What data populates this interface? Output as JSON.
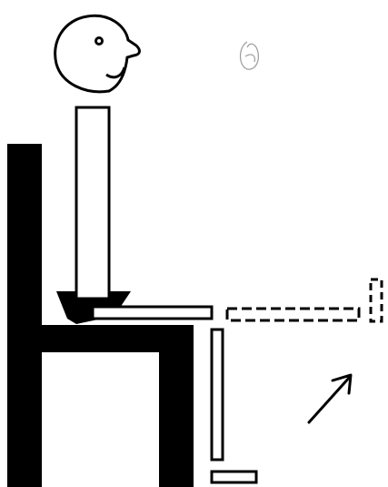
{
  "figure": {
    "description_visible_text": "",
    "colors": {
      "ink": "#000000",
      "paper": "#ffffff",
      "faint_mark": "#9a9a9a"
    },
    "parts": {
      "head": "circle-head-with-eye-nose-smile",
      "torso": "upright-rectangle-torso",
      "chair": "black-chair-with-backrest-seat-legs",
      "pelvis": "black-trapezoid-seat-cushion",
      "thigh": "horizontal-thigh-bar",
      "lower_leg_current": "vertical-lower-leg-bar",
      "foot_current": "foot-bar-on-floor",
      "lower_leg_target": "dashed-extended-leg",
      "foot_target": "dashed-raised-foot",
      "motion": "arrow-up-right"
    }
  }
}
